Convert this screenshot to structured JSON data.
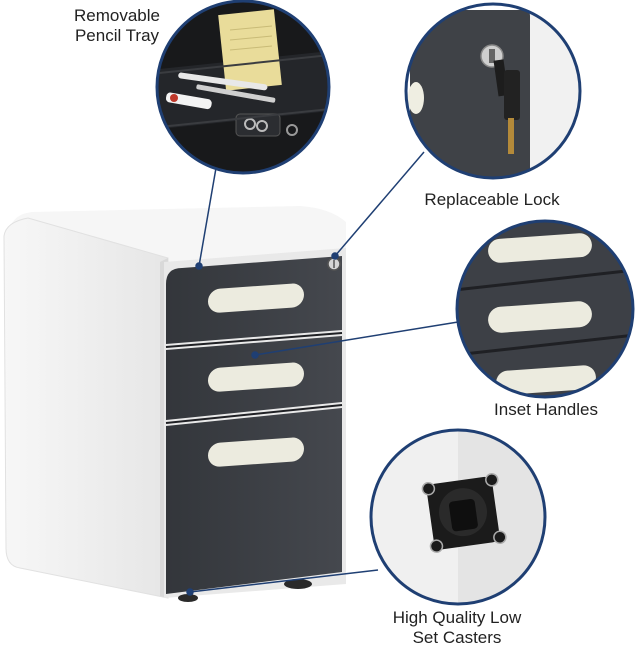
{
  "callouts": {
    "pencil_tray": {
      "line1": "Removable",
      "line2": "Pencil Tray",
      "icon": "pencil-tray-photo"
    },
    "lock": {
      "text": "Replaceable Lock",
      "icon": "lock-photo"
    },
    "handles": {
      "text": "Inset Handles",
      "icon": "inset-handles-photo"
    },
    "casters": {
      "line1": "High Quality Low",
      "line2": "Set Casters",
      "icon": "caster-photo"
    }
  },
  "product": {
    "drawer_count": 3,
    "colors": {
      "body": "#f2f2f2",
      "body_shadow": "#dcdcdc",
      "drawer_front": "#3d4046",
      "drawer_dark": "#2e3035",
      "handle": "#ecebdf",
      "callout_ring": "#1f3f73",
      "leader": "#1f3f73"
    }
  }
}
